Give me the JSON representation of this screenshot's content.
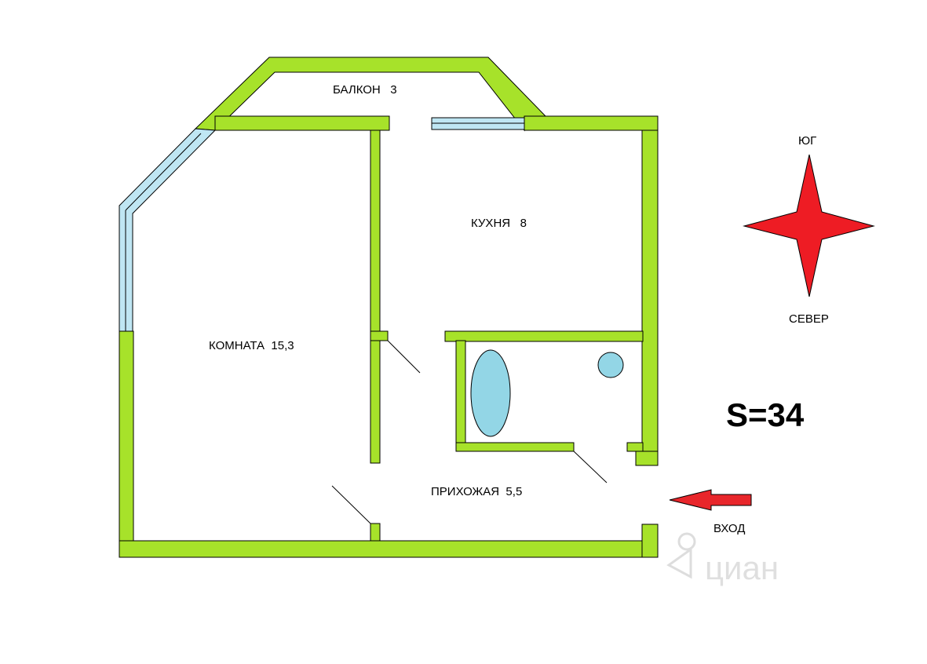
{
  "rooms": {
    "balcony": "БАЛКОН   3",
    "kitchen": "КУХНЯ   8",
    "room": "КОМНАТА  15,3",
    "hallway": "ПРИХОЖАЯ  5,5"
  },
  "compass": {
    "south": "ЮГ",
    "north": "СЕВЕР"
  },
  "total_area": "S=34",
  "entrance": "ВХОД",
  "colors": {
    "wall": "#a7e22a",
    "window": "#bfe6f3",
    "fixture": "#93d6e6",
    "compass": "#ee1c24",
    "arrow": "#e8262b"
  },
  "icons": [
    "compass-rose-icon",
    "entrance-arrow-icon",
    "bathtub-icon",
    "sink-icon",
    "watermark-logo-icon"
  ],
  "watermark": "циан"
}
